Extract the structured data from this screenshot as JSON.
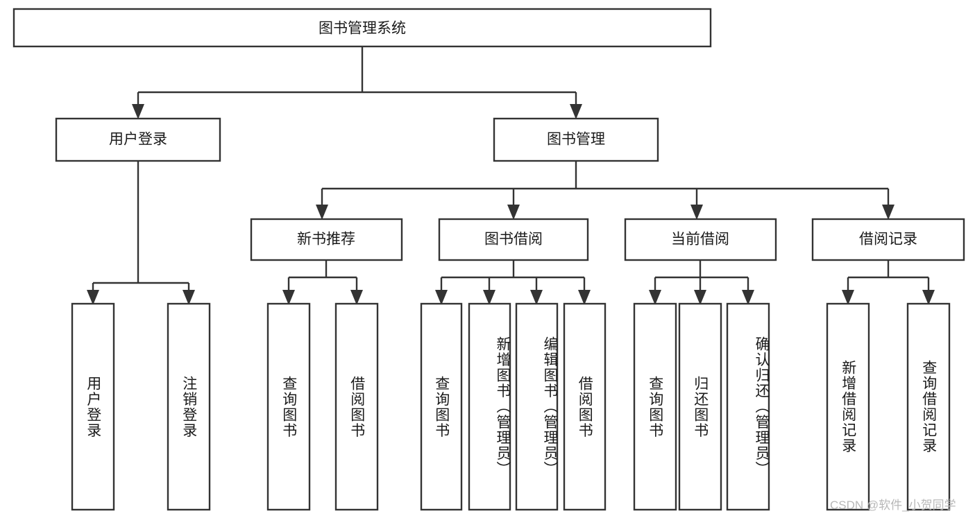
{
  "diagram": {
    "title": "图书管理系统",
    "type": "tree",
    "orientation": "top-down",
    "colors": {
      "box_stroke": "#333333",
      "box_fill": "#ffffff",
      "text": "#1a1a1a",
      "background": "#ffffff",
      "watermark": "#b8b8b8"
    },
    "root": {
      "label": "图书管理系统"
    },
    "level2": [
      {
        "label": "用户登录"
      },
      {
        "label": "图书管理"
      }
    ],
    "level3": [
      {
        "label": "新书推荐"
      },
      {
        "label": "图书借阅"
      },
      {
        "label": "当前借阅"
      },
      {
        "label": "借阅记录"
      }
    ],
    "leaves": {
      "user_login": [
        {
          "label": "用户登录"
        },
        {
          "label": "注销登录"
        }
      ],
      "new_book_recommend": [
        {
          "label": "查询图书"
        },
        {
          "label": "借阅图书"
        }
      ],
      "book_borrow": [
        {
          "label": "查询图书"
        },
        {
          "label": "新增图书（管理员）"
        },
        {
          "label": "编辑图书（管理员）"
        },
        {
          "label": "借阅图书"
        }
      ],
      "current_borrow": [
        {
          "label": "查询图书"
        },
        {
          "label": "归还图书"
        },
        {
          "label": "确认归还（管理员）"
        }
      ],
      "borrow_record": [
        {
          "label": "新增借阅记录"
        },
        {
          "label": "查询借阅记录"
        }
      ]
    }
  },
  "watermark": {
    "text": "CSDN @软件_小贺同学"
  }
}
